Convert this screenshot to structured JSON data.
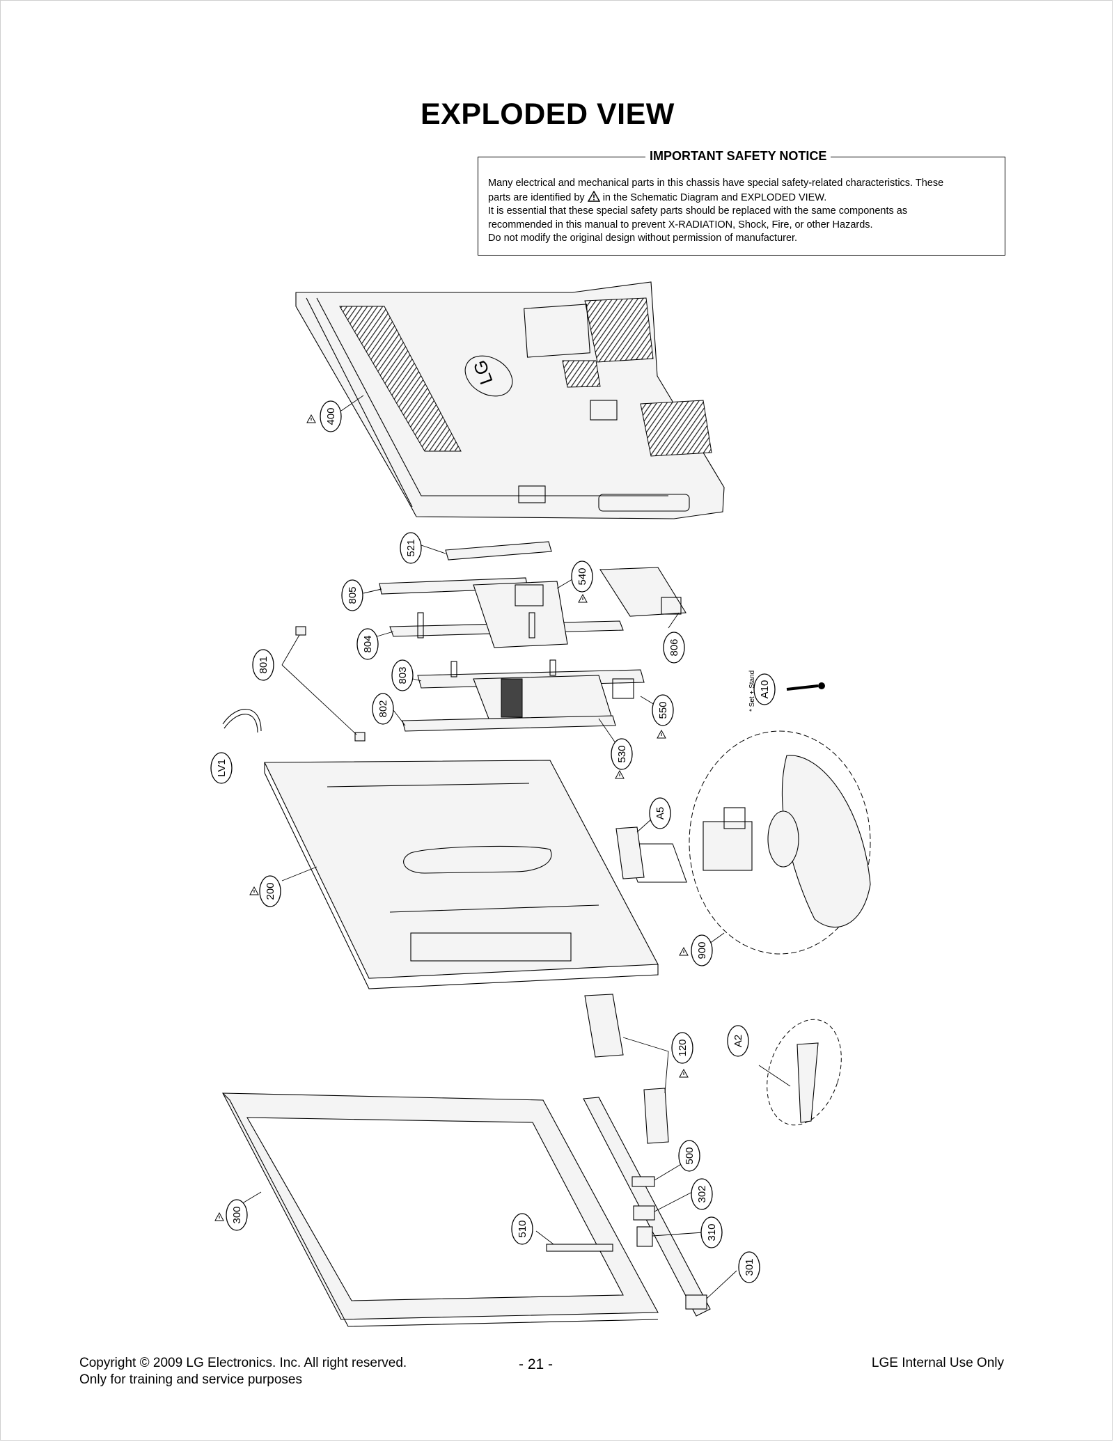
{
  "page": {
    "title": "EXPLODED VIEW"
  },
  "notice": {
    "heading": "IMPORTANT SAFETY NOTICE",
    "line1": "Many electrical and mechanical parts in this chassis have special safety-related characteristics. These",
    "line2a": "parts are identified by",
    "line2b": "in the Schematic Diagram and EXPLODED VIEW.",
    "line3": "It is essential that these special safety parts should be replaced with the same components as",
    "line4": "recommended in this manual to prevent X-RADIATION, Shock, Fire, or other Hazards.",
    "line5": "Do not modify the original design without permission of manufacturer."
  },
  "diagram": {
    "logo_text": "LG",
    "stand_note": "* Set + Stand",
    "callouts": [
      "400",
      "521",
      "805",
      "540",
      "806",
      "804",
      "801",
      "803",
      "802",
      "550",
      "530",
      "A10",
      "LV1",
      "A5",
      "200",
      "900",
      "120",
      "A2",
      "500",
      "302",
      "310",
      "301",
      "300",
      "510"
    ]
  },
  "footer": {
    "copyright": "Copyright © 2009 LG Electronics. Inc. All right reserved.",
    "purpose": "Only for training and service purposes",
    "page_number": "- 21 -",
    "usage": "LGE Internal Use Only"
  }
}
